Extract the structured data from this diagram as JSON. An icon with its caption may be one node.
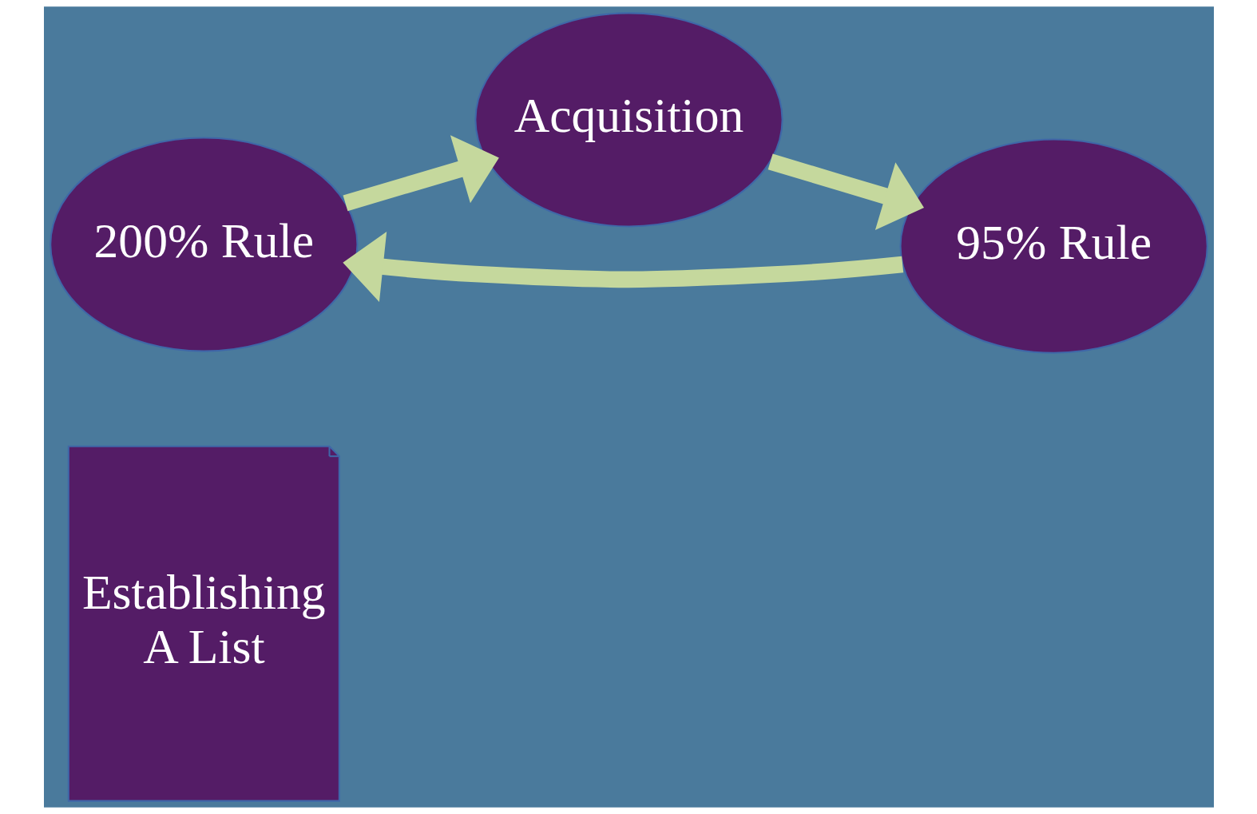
{
  "diagram": {
    "nodes": [
      {
        "text": [
          "Establishing A List"
        ]
      },
      {
        "text": [
          "200% Rule"
        ]
      },
      {
        "text": [
          "Acquisition"
        ]
      },
      {
        "text": [
          "95% Rule"
        ]
      }
    ],
    "edges": [
      {
        "from": 1,
        "to": 2,
        "arrow": "to"
      },
      {
        "from": 2,
        "to": 3,
        "arrow": "to"
      },
      {
        "from": 3,
        "to": 1,
        "arrow": "to"
      }
    ]
  }
}
